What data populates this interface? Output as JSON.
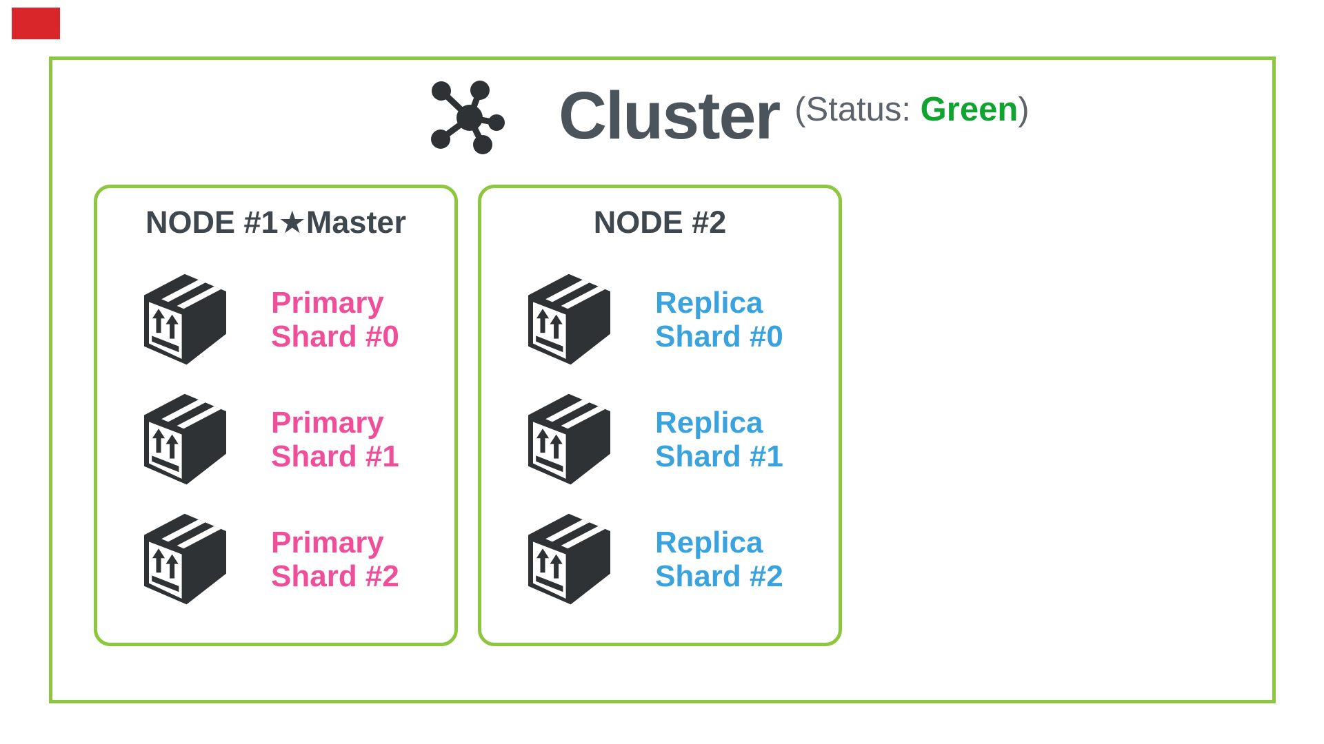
{
  "marker": {
    "color": "#d8262b"
  },
  "cluster": {
    "title": "Cluster",
    "status": {
      "prefix": "(Status: ",
      "value": "Green",
      "suffix": ")"
    },
    "icon": "network-hub-icon",
    "colors": {
      "border_green": "#8dc63f",
      "title_gray": "#4b535b",
      "header_gray": "#3f474e",
      "status_gray": "#5c636b",
      "status_green": "#0fa32f",
      "icon_dark": "#2e3235"
    }
  },
  "nodes": [
    {
      "title": "NODE #1★Master",
      "shard_color": "#ef4f99",
      "shard_icon": "package-box-icon",
      "shards": [
        {
          "line1": "Primary",
          "line2": "Shard #0"
        },
        {
          "line1": "Primary",
          "line2": "Shard #1"
        },
        {
          "line1": "Primary",
          "line2": "Shard #2"
        }
      ]
    },
    {
      "title": "NODE #2",
      "shard_color": "#3aa2dc",
      "shard_icon": "package-box-icon",
      "shards": [
        {
          "line1": "Replica",
          "line2": "Shard #0"
        },
        {
          "line1": "Replica",
          "line2": "Shard #1"
        },
        {
          "line1": "Replica",
          "line2": "Shard #2"
        }
      ]
    }
  ]
}
